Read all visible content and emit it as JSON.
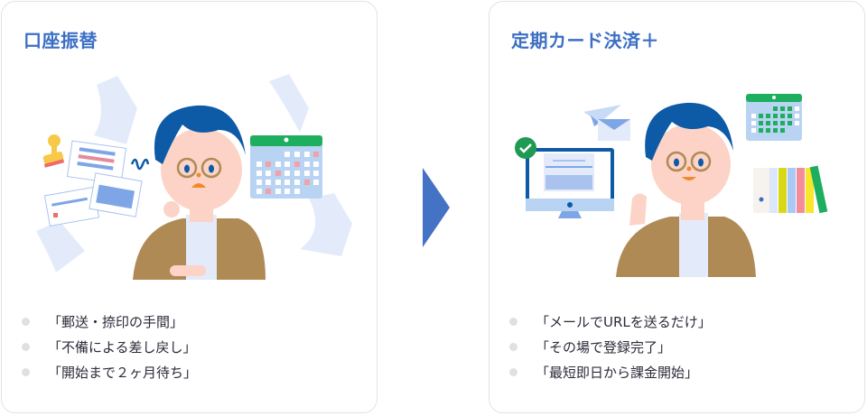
{
  "colors": {
    "title_blue": "#3c6fc4",
    "arrow_blue": "#4472c4",
    "hair_blue": "#0d5aa7",
    "jacket_brown": "#b08a55",
    "calendar_green": "#1eae5f",
    "calendar_body": "#b9d3f3",
    "paper_light": "#e3ebfb",
    "bullet_gray": "#e2dfdf",
    "text_dark": "#2b2b3a"
  },
  "left_card": {
    "title": "口座振替",
    "points": [
      "「郵送・捺印の手間」",
      "「不備による差し戻し」",
      "「開始まで２ヶ月待ち」"
    ],
    "illustration": {
      "icons": [
        "stamp-icon",
        "paper-forms-icon",
        "flying-paper-icon",
        "calendar-icon",
        "confused-squiggle-icon"
      ],
      "person_expression": "worried"
    }
  },
  "arrow": {
    "icon": "triangle-right-icon"
  },
  "right_card": {
    "title": "定期カード決済＋",
    "points": [
      "「メールでURLを送るだけ」",
      "「その場で登録完了」",
      "「最短即日から課金開始」"
    ],
    "illustration": {
      "icons": [
        "monitor-icon",
        "check-circle-icon",
        "paper-plane-icon",
        "envelope-icon",
        "calendar-icon",
        "binders-icon"
      ],
      "person_expression": "happy"
    }
  }
}
